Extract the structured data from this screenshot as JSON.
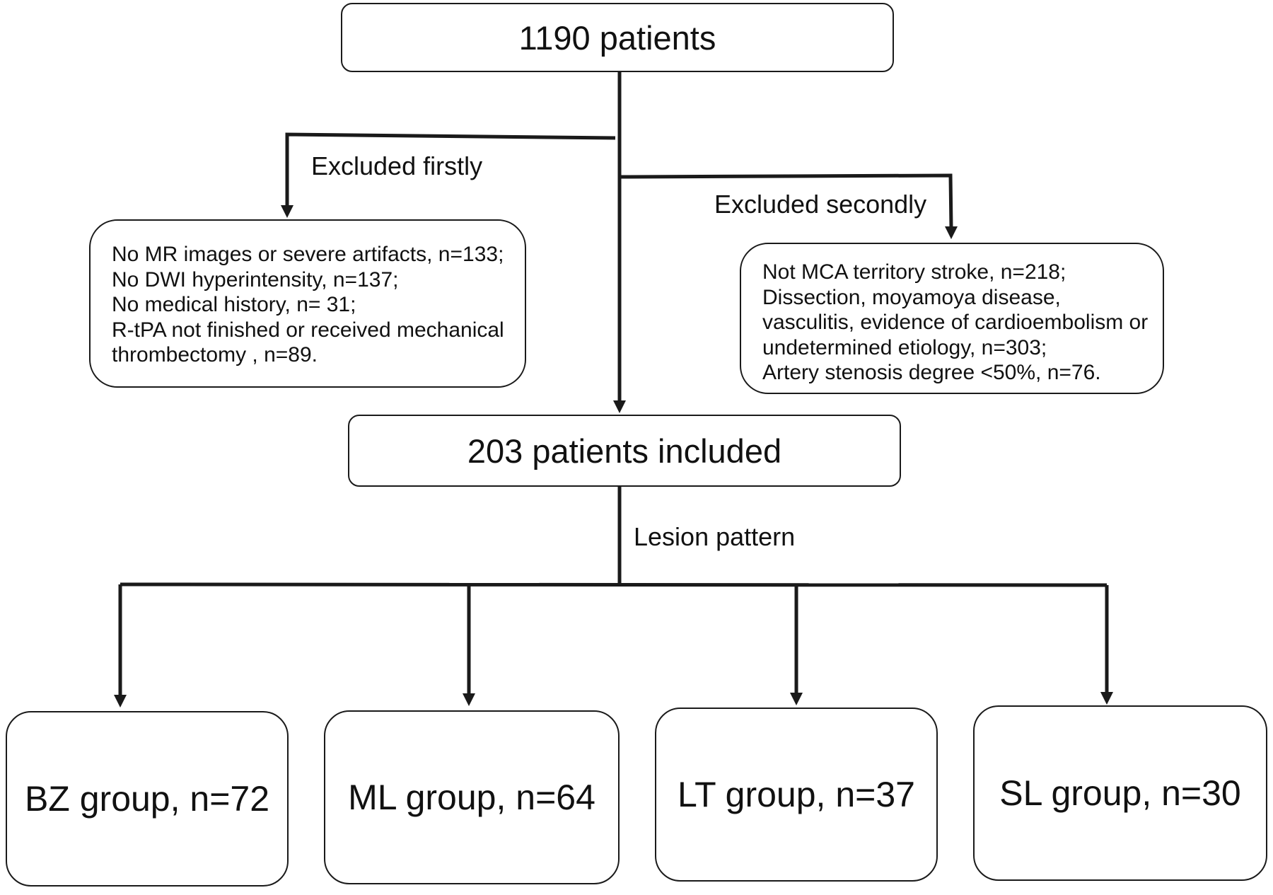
{
  "flow": {
    "top_box": "1190 patients",
    "exclusion_first": {
      "label": "Excluded firstly",
      "lines": [
        "No MR images or severe artifacts, n=133;",
        "No DWI hyperintensity, n=137;",
        "No medical history, n= 31;",
        "R-tPA not finished or received mechanical",
        "thrombectomy , n=89."
      ]
    },
    "exclusion_second": {
      "label": "Excluded secondly",
      "lines": [
        "Not MCA territory stroke, n=218;",
        "Dissection, moyamoya disease,",
        "vasculitis, evidence of cardioembolism or",
        "undetermined etiology, n=303;",
        "Artery stenosis degree <50%, n=76."
      ]
    },
    "included_box": "203 patients included",
    "split_label": "Lesion pattern",
    "groups": [
      "BZ group, n=72",
      "ML group, n=64",
      "LT group, n=37",
      "SL group, n=30"
    ]
  }
}
